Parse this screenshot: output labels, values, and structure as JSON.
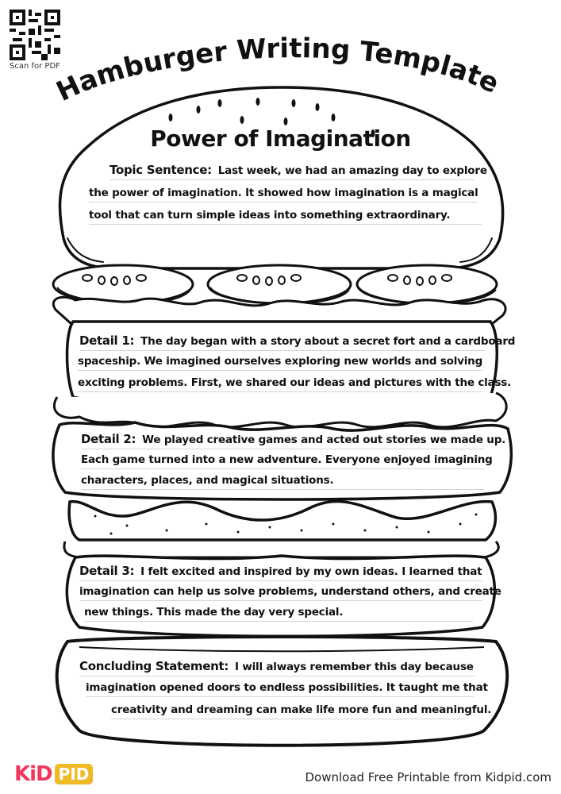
{
  "header": {
    "qr_label": "Scan for PDF",
    "title": "Hamburger Writing Template"
  },
  "worksheet": {
    "topic": "Power of Imagination",
    "sections": [
      {
        "id": "topic-sentence",
        "label": "Topic Sentence:",
        "lines": [
          "Last week, we had an amazing day to explore",
          "the power of imagination. It showed how imagination is a magical",
          "tool that can turn simple ideas into something extraordinary."
        ]
      },
      {
        "id": "detail-1",
        "label": "Detail 1:",
        "lines": [
          "The day began with a story about a secret fort and a cardboard",
          "spaceship. We imagined ourselves exploring new worlds and solving",
          "exciting problems. First, we shared our ideas and pictures with the class."
        ]
      },
      {
        "id": "detail-2",
        "label": "Detail 2:",
        "lines": [
          "We played creative games and acted out stories we made up.",
          "Each game turned into a new adventure. Everyone enjoyed imagining",
          "characters, places, and magical situations."
        ]
      },
      {
        "id": "detail-3",
        "label": "Detail 3:",
        "lines": [
          "I felt excited and inspired by my own ideas. I learned that",
          "imagination can help us solve problems, understand others, and create",
          "new things. This made the day very special."
        ]
      },
      {
        "id": "concluding-statement",
        "label": "Concluding Statement:",
        "lines": [
          "I will always remember this day because",
          "imagination opened doors to endless possibilities. It taught me that",
          "creativity and dreaming can make life more fun and meaningful."
        ]
      }
    ]
  },
  "footer": {
    "logo_part1": "KiD",
    "logo_part2": "PID",
    "tagline": "Download Free Printable from Kidpid.com",
    "colors": {
      "kid": "#f0375e",
      "pid": "#f0b928"
    }
  },
  "icons": {
    "qr": "qr-code-icon",
    "tomato": "tomato-slice-icon",
    "lettuce": "lettuce-icon",
    "patty": "patty-icon"
  }
}
